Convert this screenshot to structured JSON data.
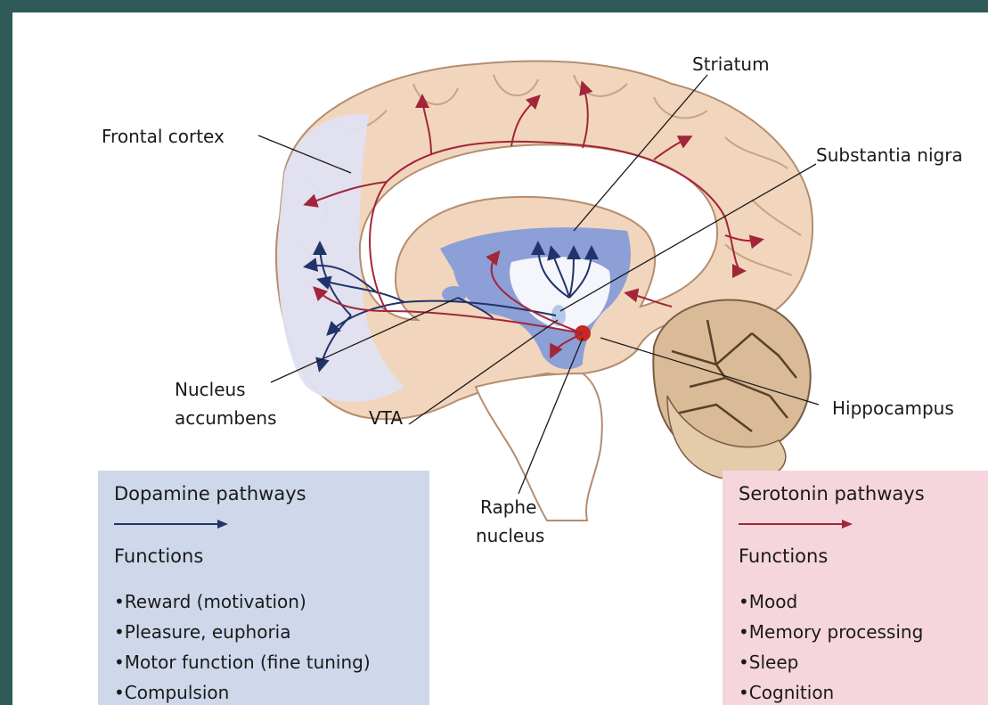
{
  "labels": {
    "frontal_cortex": "Frontal cortex",
    "striatum": "Striatum",
    "substantia_nigra": "Substantia nigra",
    "nucleus_accumbens_line1": "Nucleus",
    "nucleus_accumbens_line2": "accumbens",
    "vta": "VTA",
    "raphe_line1": "Raphe",
    "raphe_line2": "nucleus",
    "hippocampus": "Hippocampus"
  },
  "dopamine": {
    "title": "Dopamine pathways",
    "functions_heading": "Functions",
    "items": [
      "•Reward (motivation)",
      "•Pleasure, euphoria",
      "•Motor function (fine tuning)",
      "•Compulsion"
    ],
    "arrow_color": "#22336b",
    "panel_color": "#cfd8ea"
  },
  "serotonin": {
    "title": "Serotonin pathways",
    "functions_heading": "Functions",
    "items": [
      "•Mood",
      "•Memory processing",
      "•Sleep",
      "•Cognition"
    ],
    "arrow_color": "#a3253a",
    "panel_color": "#f5d6dc"
  }
}
